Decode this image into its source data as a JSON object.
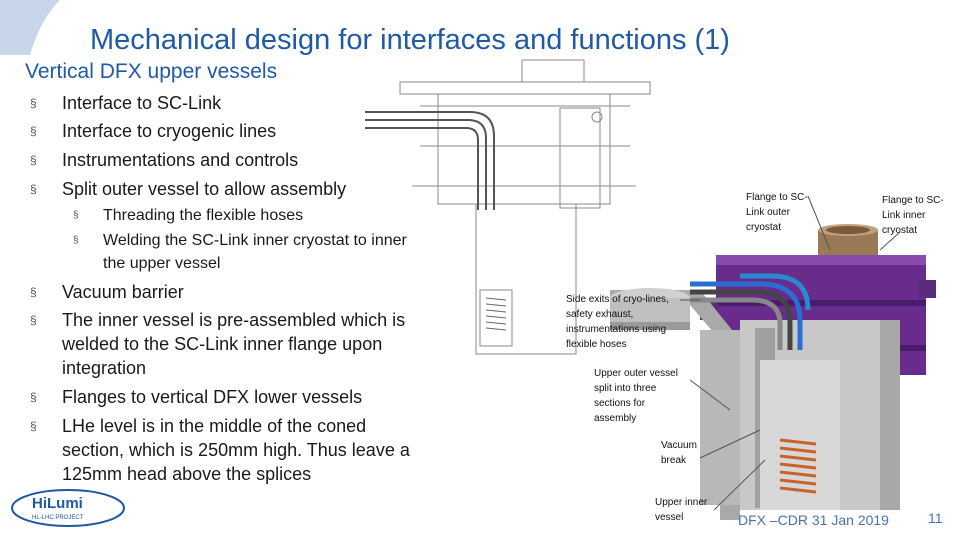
{
  "slide": {
    "title": "Mechanical design for interfaces and functions (1)",
    "subtitle": "Vertical DFX upper vessels",
    "bullets_top": [
      "Interface to SC-Link",
      "Interface to cryogenic lines",
      "Instrumentations and controls",
      "Split outer vessel to allow assembly"
    ],
    "sub_bullets": [
      "Threading the flexible hoses",
      "Welding the SC-Link inner cryostat to inner",
      "the upper vessel"
    ],
    "bullets_bottom": [
      "Vacuum barrier",
      "The inner vessel is pre-assembled which is",
      "welded to the SC-Link inner flange upon",
      "integration",
      "Flanges to vertical DFX lower vessels",
      "LHe level is in the middle of the coned",
      "section, which is 250mm high. Thus leave a",
      "125mm head above the splices"
    ],
    "bullet_marker": "§"
  },
  "annotations": {
    "flange_outer": [
      "Flange to SC-",
      "Link outer",
      "cryostat"
    ],
    "flange_inner": [
      "Flange to SC-",
      "Link inner",
      "cryostat"
    ],
    "side_exits": [
      "Side exits of cryo-lines,",
      "safety exhaust,",
      "instrumentations using",
      "flexible hoses"
    ],
    "split_vessel": [
      "Upper outer vessel",
      "split into three",
      "sections for",
      "assembly"
    ],
    "vacuum_break": [
      "Vacuum",
      "break"
    ],
    "upper_inner": [
      "Upper inner",
      "vessel"
    ]
  },
  "logo": {
    "line1": "HiLumi",
    "line2": "HL-LHC PROJECT"
  },
  "footer": {
    "text": "DFX –CDR 31 Jan 2019",
    "page": "11"
  },
  "colors": {
    "title": "#1f5aa6",
    "purple": "#6a2c8c",
    "copper": "#c8642a",
    "grey": "#b4b4b4",
    "footer": "#4a72b0"
  }
}
